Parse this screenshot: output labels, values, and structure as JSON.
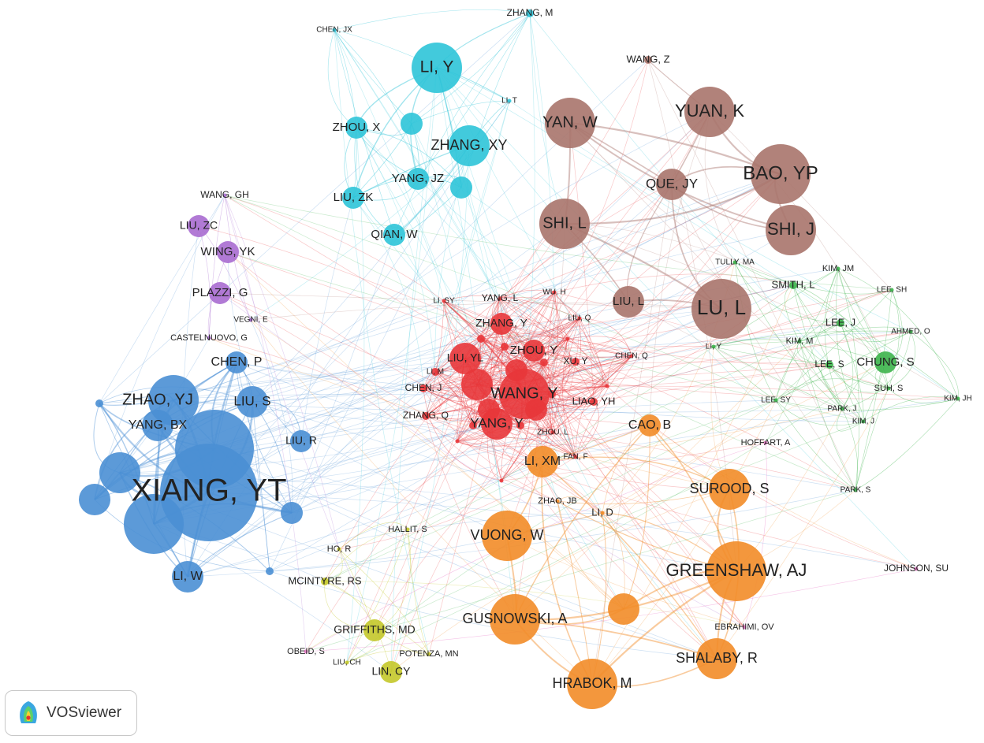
{
  "clusters": {
    "red": "#e8363a",
    "blue": "#4a8fd4",
    "cyan": "#2ec4d8",
    "brown": "#a8746c",
    "orange": "#f28c28",
    "green": "#3cb44b",
    "purple": "#a86cd0",
    "yellow": "#c4c82a",
    "pink": "#e879c8"
  },
  "nodes": [
    {
      "label": "XIANG, YT",
      "cluster": "blue",
      "weight": 10
    },
    {
      "label": "ZHAO, YJ",
      "cluster": "blue",
      "weight": 5
    },
    {
      "label": "YANG, BX",
      "cluster": "blue",
      "weight": 3
    },
    {
      "label": "LIU, S",
      "cluster": "blue",
      "weight": 3
    },
    {
      "label": "CHEN, P",
      "cluster": "blue",
      "weight": 2
    },
    {
      "label": "LIU, R",
      "cluster": "blue",
      "weight": 2
    },
    {
      "label": "LI, W",
      "cluster": "blue",
      "weight": 3
    },
    {
      "label": "",
      "cluster": "blue",
      "weight": 8
    },
    {
      "label": "",
      "cluster": "blue",
      "weight": 6
    },
    {
      "label": "",
      "cluster": "blue",
      "weight": 4
    },
    {
      "label": "",
      "cluster": "blue",
      "weight": 3
    },
    {
      "label": "",
      "cluster": "blue",
      "weight": 1
    },
    {
      "label": "",
      "cluster": "blue",
      "weight": 2
    },
    {
      "label": "",
      "cluster": "blue",
      "weight": 1
    },
    {
      "label": "LI, Y",
      "cluster": "cyan",
      "weight": 5
    },
    {
      "label": "ZHANG, XY",
      "cluster": "cyan",
      "weight": 4
    },
    {
      "label": "ZHOU, X",
      "cluster": "cyan",
      "weight": 2
    },
    {
      "label": "YANG, JZ",
      "cluster": "cyan",
      "weight": 2
    },
    {
      "label": "LIU, ZK",
      "cluster": "cyan",
      "weight": 2
    },
    {
      "label": "QIAN, W",
      "cluster": "cyan",
      "weight": 2
    },
    {
      "label": "ZHANG, M",
      "cluster": "cyan",
      "weight": 1
    },
    {
      "label": "CHEN, JX",
      "cluster": "cyan",
      "weight": 0
    },
    {
      "label": "LI, T",
      "cluster": "cyan",
      "weight": 0
    },
    {
      "label": "",
      "cluster": "cyan",
      "weight": 2
    },
    {
      "label": "",
      "cluster": "cyan",
      "weight": 2
    },
    {
      "label": "WANG, Y",
      "cluster": "red",
      "weight": 5
    },
    {
      "label": "YANG, Y",
      "cluster": "red",
      "weight": 3
    },
    {
      "label": "ZHANG, Y",
      "cluster": "red",
      "weight": 2
    },
    {
      "label": "ZHOU, Y",
      "cluster": "red",
      "weight": 2
    },
    {
      "label": "LIU, YL",
      "cluster": "red",
      "weight": 3
    },
    {
      "label": "LI, M",
      "cluster": "red",
      "weight": 1
    },
    {
      "label": "CHEN, J",
      "cluster": "red",
      "weight": 1
    },
    {
      "label": "ZHANG, Q",
      "cluster": "red",
      "weight": 1
    },
    {
      "label": "XU, Y",
      "cluster": "red",
      "weight": 1
    },
    {
      "label": "LIAO, YH",
      "cluster": "red",
      "weight": 1
    },
    {
      "label": "LI, SY",
      "cluster": "red",
      "weight": 0
    },
    {
      "label": "YANG, L",
      "cluster": "red",
      "weight": 0
    },
    {
      "label": "WU, H",
      "cluster": "red",
      "weight": 0
    },
    {
      "label": "LIU, Q",
      "cluster": "red",
      "weight": 0
    },
    {
      "label": "CHEN, Q",
      "cluster": "red",
      "weight": 0
    },
    {
      "label": "ZHOU, L",
      "cluster": "red",
      "weight": 0
    },
    {
      "label": "FAN, F",
      "cluster": "red",
      "weight": 0
    },
    {
      "label": "",
      "cluster": "red",
      "weight": 3
    },
    {
      "label": "",
      "cluster": "red",
      "weight": 2
    },
    {
      "label": "",
      "cluster": "red",
      "weight": 2
    },
    {
      "label": "",
      "cluster": "red",
      "weight": 2
    },
    {
      "label": "",
      "cluster": "red",
      "weight": 1
    },
    {
      "label": "",
      "cluster": "red",
      "weight": 1
    },
    {
      "label": "",
      "cluster": "red",
      "weight": 1
    },
    {
      "label": "",
      "cluster": "red",
      "weight": 1
    },
    {
      "label": "",
      "cluster": "red",
      "weight": 1
    },
    {
      "label": "",
      "cluster": "red",
      "weight": 1
    },
    {
      "label": "",
      "cluster": "red",
      "weight": 0
    },
    {
      "label": "",
      "cluster": "red",
      "weight": 0
    },
    {
      "label": "",
      "cluster": "red",
      "weight": 0
    },
    {
      "label": "",
      "cluster": "red",
      "weight": 0
    },
    {
      "label": "LU, L",
      "cluster": "brown",
      "weight": 6
    },
    {
      "label": "BAO, YP",
      "cluster": "brown",
      "weight": 6
    },
    {
      "label": "SHI, J",
      "cluster": "brown",
      "weight": 5
    },
    {
      "label": "YUAN, K",
      "cluster": "brown",
      "weight": 5
    },
    {
      "label": "YAN, W",
      "cluster": "brown",
      "weight": 5
    },
    {
      "label": "SHI, L",
      "cluster": "brown",
      "weight": 5
    },
    {
      "label": "QUE, JY",
      "cluster": "brown",
      "weight": 3
    },
    {
      "label": "LIU, L",
      "cluster": "brown",
      "weight": 3
    },
    {
      "label": "WANG, Z",
      "cluster": "brown",
      "weight": 1
    },
    {
      "label": "XIANG, YT",
      "cluster": "brown",
      "weight": 0
    },
    {
      "label": "GREENSHAW, AJ",
      "cluster": "orange",
      "weight": 6
    },
    {
      "label": "SUROOD, S",
      "cluster": "orange",
      "weight": 4
    },
    {
      "label": "VUONG, W",
      "cluster": "orange",
      "weight": 5
    },
    {
      "label": "GUSNOWSKI, A",
      "cluster": "orange",
      "weight": 5
    },
    {
      "label": "HRABOK, M",
      "cluster": "orange",
      "weight": 5
    },
    {
      "label": "SHALABY, R",
      "cluster": "orange",
      "weight": 4
    },
    {
      "label": "CAO, B",
      "cluster": "orange",
      "weight": 2
    },
    {
      "label": "LI, XM",
      "cluster": "orange",
      "weight": 3
    },
    {
      "label": "LI, D",
      "cluster": "orange",
      "weight": 0
    },
    {
      "label": "ZHAO, JB",
      "cluster": "orange",
      "weight": 0
    },
    {
      "label": "",
      "cluster": "orange",
      "weight": 3
    },
    {
      "label": "CHUNG, S",
      "cluster": "green",
      "weight": 2
    },
    {
      "label": "LEE, J",
      "cluster": "green",
      "weight": 1
    },
    {
      "label": "LEE, S",
      "cluster": "green",
      "weight": 1
    },
    {
      "label": "SMITH, L",
      "cluster": "green",
      "weight": 1
    },
    {
      "label": "KIM, JM",
      "cluster": "green",
      "weight": 0
    },
    {
      "label": "LEE, SH",
      "cluster": "green",
      "weight": 0
    },
    {
      "label": "AHMED, O",
      "cluster": "green",
      "weight": 0
    },
    {
      "label": "KIM, M",
      "cluster": "green",
      "weight": 0
    },
    {
      "label": "SUH, S",
      "cluster": "green",
      "weight": 0
    },
    {
      "label": "KIM, JH",
      "cluster": "green",
      "weight": 0
    },
    {
      "label": "LEE, SY",
      "cluster": "green",
      "weight": 0
    },
    {
      "label": "PARK, J",
      "cluster": "green",
      "weight": 0
    },
    {
      "label": "KIM, J",
      "cluster": "green",
      "weight": 0
    },
    {
      "label": "PARK, S",
      "cluster": "green",
      "weight": 0
    },
    {
      "label": "TULLY, MA",
      "cluster": "green",
      "weight": 0
    },
    {
      "label": "LI, Y",
      "cluster": "green",
      "weight": 0
    },
    {
      "label": "WING, YK",
      "cluster": "purple",
      "weight": 2
    },
    {
      "label": "LIU, ZC",
      "cluster": "purple",
      "weight": 2
    },
    {
      "label": "PLAZZI, G",
      "cluster": "purple",
      "weight": 2
    },
    {
      "label": "WANG, GH",
      "cluster": "purple",
      "weight": 0
    },
    {
      "label": "VEGNI, E",
      "cluster": "purple",
      "weight": 0
    },
    {
      "label": "CASTELNUOVO, G",
      "cluster": "purple",
      "weight": 0
    },
    {
      "label": "GRIFFITHS, MD",
      "cluster": "yellow",
      "weight": 2
    },
    {
      "label": "LIN, CY",
      "cluster": "yellow",
      "weight": 2
    },
    {
      "label": "MCINTYRE, RS",
      "cluster": "yellow",
      "weight": 1
    },
    {
      "label": "POTENZA, MN",
      "cluster": "yellow",
      "weight": 0
    },
    {
      "label": "HO, R",
      "cluster": "yellow",
      "weight": 0
    },
    {
      "label": "LIU, CH",
      "cluster": "yellow",
      "weight": 0
    },
    {
      "label": "HALLIT, S",
      "cluster": "yellow",
      "weight": 0
    },
    {
      "label": "OBEID, S",
      "cluster": "pink",
      "weight": 0
    },
    {
      "label": "JOHNSON, SU",
      "cluster": "pink",
      "weight": 0
    },
    {
      "label": "EBRAHIMI, OV",
      "cluster": "pink",
      "weight": 0
    },
    {
      "label": "HOFFART, A",
      "cluster": "pink",
      "weight": 0
    }
  ],
  "brand": {
    "label": "VOSviewer"
  }
}
